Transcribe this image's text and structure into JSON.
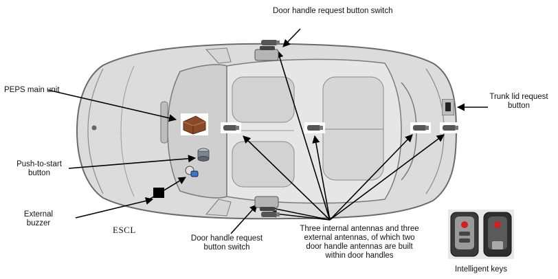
{
  "labels": {
    "door_handle_top": "Door handle request button switch",
    "trunk_lid": [
      "Trunk lid request",
      "button"
    ],
    "peps_main": "PEPS main unit",
    "push_to_start": [
      "Push-to-start",
      "button"
    ],
    "external_buzzer": [
      "External",
      "buzzer"
    ],
    "escl": "ESCL",
    "door_handle_bottom": [
      "Door handle request",
      "button switch"
    ],
    "antennas": [
      "Three internal antennas and three",
      "external antennas, of which two",
      "door handle antennas are built",
      "within door handles"
    ],
    "intelligent_keys": "Intelligent keys"
  },
  "icons": [
    "antenna-icon",
    "peps-unit-icon",
    "start-button-icon",
    "escl-icon",
    "buzzer-icon",
    "trunk-button-icon",
    "door-handle-icon",
    "smart-key-icon"
  ],
  "colors": {
    "car_body": "#dadada",
    "car_outline": "#6e6e6e",
    "peps_unit": "#8a4a2a",
    "buzzer": "#000000",
    "arrow": "#000000"
  }
}
